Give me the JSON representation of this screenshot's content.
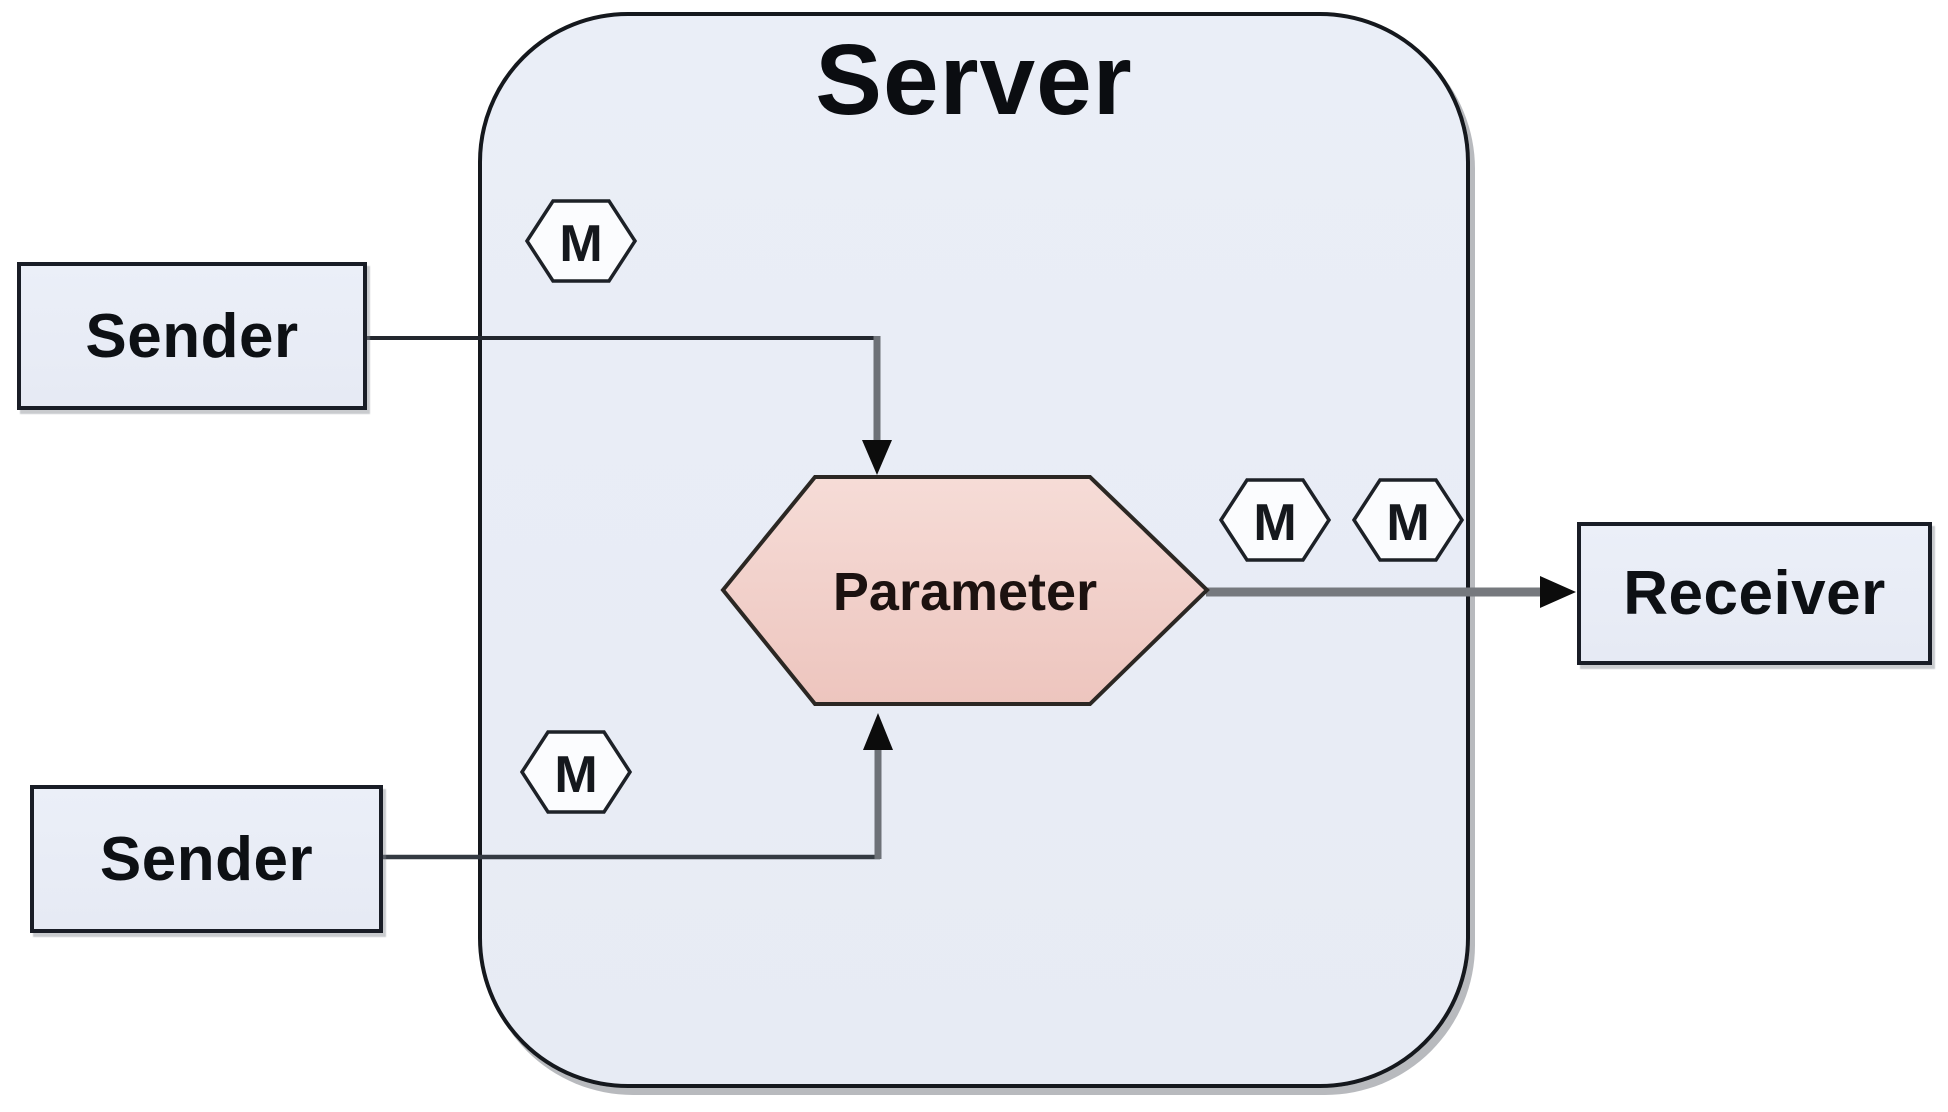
{
  "diagram": {
    "title": "Server",
    "nodes": {
      "server": {
        "label": "Server",
        "type": "container"
      },
      "sender_top": {
        "label": "Sender",
        "type": "box"
      },
      "sender_bottom": {
        "label": "Sender",
        "type": "box"
      },
      "parameter": {
        "label": "Parameter",
        "type": "hexagon"
      },
      "receiver": {
        "label": "Receiver",
        "type": "box"
      }
    },
    "marker": {
      "label": "M",
      "count": 4
    },
    "edges": [
      {
        "from": "sender_top",
        "to": "parameter",
        "arrow": "down"
      },
      {
        "from": "sender_bottom",
        "to": "parameter",
        "arrow": "up"
      },
      {
        "from": "parameter",
        "to": "receiver",
        "arrow": "right"
      }
    ],
    "colors": {
      "server_fill": "#e9edf6",
      "node_fill": "#e9eef7",
      "parameter_fill": "#f0cdc6",
      "marker_fill": "#fbfcfe",
      "border": "#1a1d24",
      "connector_dark": "#23272e",
      "connector_gray": "#6d7177",
      "arrowhead": "#0c0c0c"
    }
  }
}
